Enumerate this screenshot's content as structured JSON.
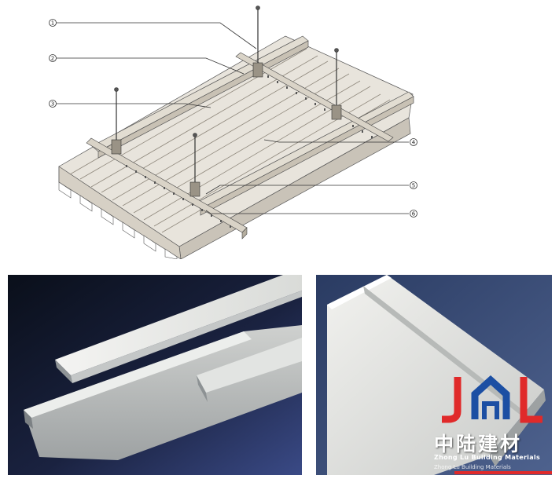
{
  "diagram": {
    "callouts": [
      {
        "label": "1"
      },
      {
        "label": "2"
      },
      {
        "label": "3"
      },
      {
        "label": "4"
      },
      {
        "label": "5"
      },
      {
        "label": "6"
      }
    ]
  },
  "logo": {
    "name_cn": "中陆建材",
    "name_en": "Zhong Lu Building Materials",
    "name_en_faded": "Zhong Lu Building Materials",
    "colors": {
      "blue": "#1c4fa3",
      "red": "#e02a2a"
    }
  }
}
